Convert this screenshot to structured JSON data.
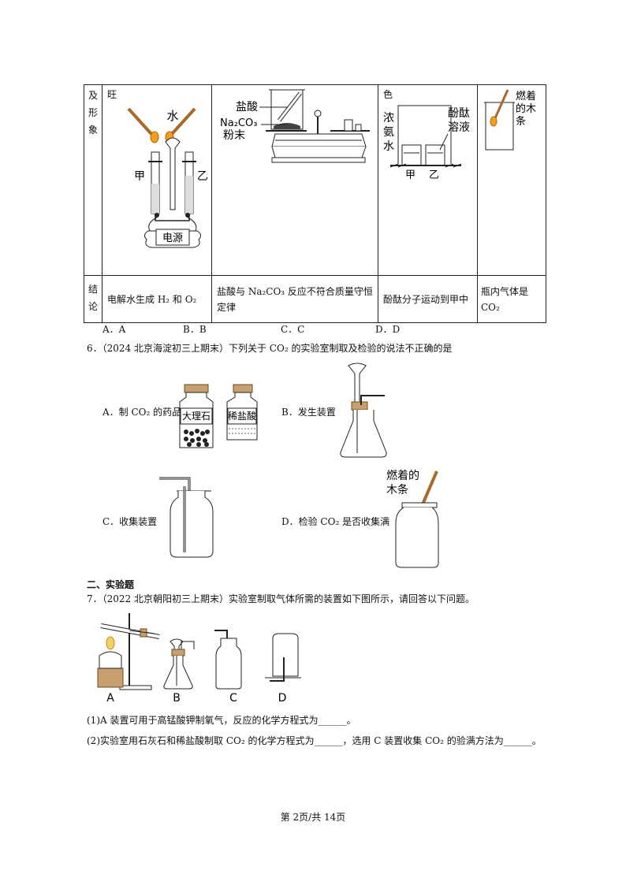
{
  "table": {
    "row1": {
      "label": [
        "及",
        "形",
        "象"
      ],
      "a_top": "旺",
      "a_water": "水",
      "a_jia": "甲",
      "a_yi": "乙",
      "a_source": "电源",
      "b_acid": "盐酸",
      "b_na": "Na₂CO₃",
      "b_powder": "粉末",
      "c_top": "色",
      "c_ammonia": "浓\n氨\n水",
      "c_phenol": "酚酞\n溶液",
      "c_jia": "甲",
      "c_yi": "乙",
      "d_label": "燃着\n的木\n条"
    },
    "row2": {
      "label": [
        "结",
        "论"
      ],
      "a": "电解水生成 H₂ 和 O₂",
      "b": "盐酸与 Na₂CO₃ 反应不符合质量守恒定律",
      "c": "酚酞分子运动到甲中",
      "d": "瓶内气体是 CO₂"
    }
  },
  "q5_options": [
    "A．A",
    "B．B",
    "C．C",
    "D．D"
  ],
  "q6": {
    "stem": "6．（2024 北京海淀初三上期末）下列关于 CO₂ 的实验室制取及检验的说法不正确的是",
    "A": "A．制 CO₂ 的药品",
    "A_label1": "大理石",
    "A_label2": "稀盐酸",
    "B": "B．发生装置",
    "C": "C．收集装置",
    "D": "D．检验 CO₂ 是否收集满",
    "D_label": "燃着的\n木条"
  },
  "section2": "二、实验题",
  "q7": {
    "stem": "7．（2022 北京朝阳初三上期末）实验室制取气体所需的装置如下图所示，请回答以下问题。",
    "labels": [
      "A",
      "B",
      "C",
      "D"
    ],
    "sub1": "(1)A 装置可用于高锰酸钾制氧气，反应的化学方程式为______。",
    "sub2": "(2)实验室用石灰石和稀盐酸制取 CO₂ 的化学方程式为______，选用 C 装置收集 CO₂ 的验满方法为______。"
  },
  "footer": "第 2页/共 14页"
}
